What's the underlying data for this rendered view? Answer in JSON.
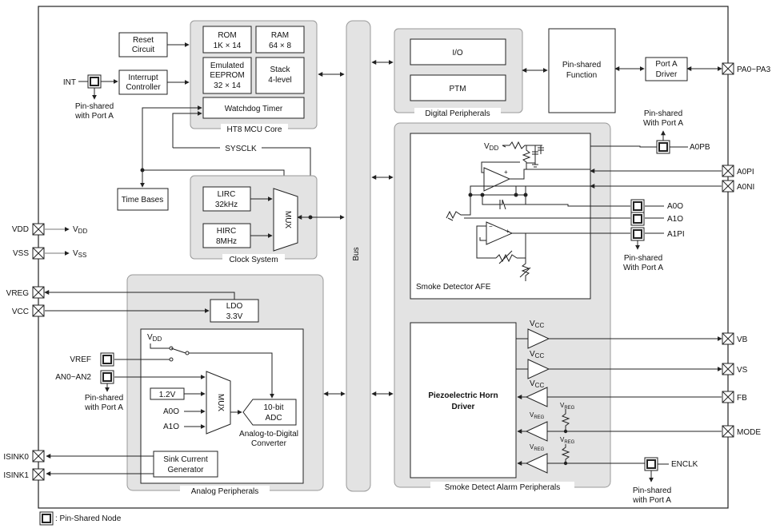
{
  "blocks": {
    "reset": [
      "Reset",
      "Circuit"
    ],
    "interrupt": [
      "Interrupt",
      "Controller"
    ],
    "rom": [
      "ROM",
      "1K × 14"
    ],
    "ram": [
      "RAM",
      "64 × 8"
    ],
    "eeprom": [
      "Emulated",
      "EEPROM",
      "32 × 14"
    ],
    "stack": [
      "Stack",
      "4-level"
    ],
    "watchdog": "Watchdog Timer",
    "mcu_core": "HT8 MCU Core",
    "sysclk": "SYSCLK",
    "time_bases": "Time Bases",
    "lirc": [
      "LIRC",
      "32kHz"
    ],
    "hirc": [
      "HIRC",
      "8MHz"
    ],
    "mux": "MUX",
    "clock_system": "Clock System",
    "bus": "Bus",
    "io": "I/O",
    "ptm": "PTM",
    "digital_peripherals": "Digital Peripherals",
    "pin_shared_function": [
      "Pin-shared",
      "Function"
    ],
    "port_a_driver": [
      "Port A",
      "Driver"
    ],
    "smoke_afe": "Smoke Detector AFE",
    "piezo": [
      "Piezoelectric Horn",
      "Driver"
    ],
    "smoke_alarm_peripherals": "Smoke Detect Alarm Peripherals",
    "ldo": [
      "LDO",
      "3.3V"
    ],
    "adc": [
      "10-bit",
      "ADC"
    ],
    "adc_caption": [
      "Analog-to-Digital",
      "Converter"
    ],
    "vref_12": "1.2V",
    "sink_current": [
      "Sink Current",
      "Generator"
    ],
    "analog_peripherals": "Analog Peripherals"
  },
  "pins": {
    "int": "INT",
    "pa": "PA0~PA3",
    "a0pb": "A0PB",
    "a0pi": "A0PI",
    "a0ni": "A0NI",
    "a0o": "A0O",
    "a1o": "A1O",
    "a1pi": "A1PI",
    "vdd": "VDD",
    "vss": "VSS",
    "vreg": "VREG",
    "vcc": "VCC",
    "vref": "VREF",
    "an": "AN0~AN2",
    "vb": "VB",
    "vs": "VS",
    "fb": "FB",
    "mode": "MODE",
    "enclk": "ENCLK",
    "isink0": "ISINK0",
    "isink1": "ISINK1"
  },
  "notes": {
    "pin_shared": [
      "Pin-shared",
      "with Port A"
    ],
    "pin_shared_cap": [
      "Pin-shared",
      "With Port A"
    ],
    "legend": ": Pin-Shared Node"
  },
  "supply_labels": {
    "vdd": "V",
    "vdd_sub": "DD",
    "vss": "V",
    "vss_sub": "SS",
    "vcc": "V",
    "vcc_sub": "CC",
    "vreg": "V",
    "vreg_sub": "REG"
  },
  "adc_inputs": {
    "a0o": "A0O",
    "a1o": "A1O"
  }
}
